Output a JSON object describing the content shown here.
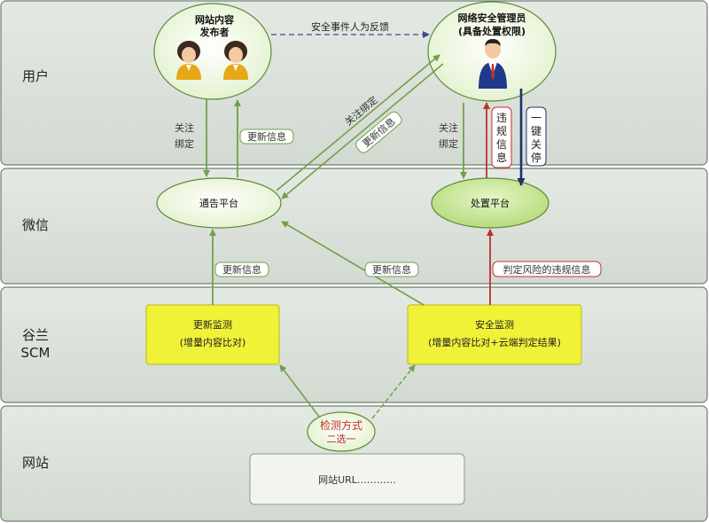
{
  "lanes": [
    {
      "label": "用户"
    },
    {
      "label": "微信"
    },
    {
      "label_line1": "谷兰",
      "label_line2": "SCM"
    },
    {
      "label": "网站"
    }
  ],
  "nodes": {
    "publisher": {
      "line1": "网站内容",
      "line2": "发布者"
    },
    "admin": {
      "line1": "网络安全管理员",
      "line2": "(具备处置权限)"
    },
    "notify": {
      "label": "通告平台"
    },
    "handle": {
      "label": "处置平台"
    },
    "update_monitor": {
      "line1": "更新监测",
      "line2": "(增量内容比对)"
    },
    "security_monitor": {
      "line1": "安全监测",
      "line2": "(增量内容比对+云端判定结果)"
    },
    "detect": {
      "line1": "检测方式",
      "line2": "二选一"
    },
    "website": {
      "label": "网站URL…………"
    }
  },
  "edge_labels": {
    "feedback": "安全事件人为反馈",
    "follow_bind_left_1": "关注",
    "follow_bind_left_2": "绑定",
    "update_info_left": "更新信息",
    "follow_bind_diag": "关注绑定",
    "update_info_diag": "更新信息",
    "follow_bind_right_1": "关注",
    "follow_bind_right_2": "绑定",
    "violation": [
      "违",
      "规",
      "信",
      "息"
    ],
    "shutdown": [
      "一",
      "键",
      "关",
      "停"
    ],
    "update_info_mid1": "更新信息",
    "update_info_mid2": "更新信息",
    "risk_info": "判定风险的违规信息"
  },
  "colors": {
    "lane_fill": "#d9dfd9",
    "lane_stroke": "#6f7f6f",
    "green_arrow": "#71a04a",
    "red_arrow": "#c0302f",
    "navy_arrow": "#1f2f6f",
    "dash_arrow": "#3b4a8f",
    "yellow_box": "#f0f238",
    "light_ellipse": "#eaf5d6",
    "mid_ellipse": "#bfe28a"
  }
}
